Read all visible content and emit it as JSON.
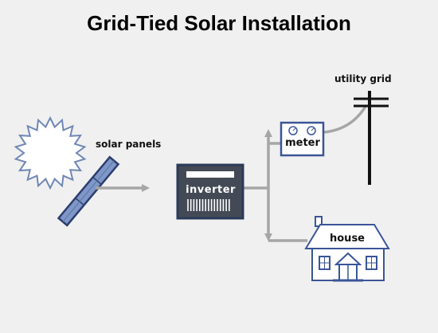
{
  "title": "Grid-Tied Solar Installation",
  "labels": {
    "solar_panels": "solar panels",
    "utility_grid": "utility grid",
    "meter": "meter",
    "inverter": "inverter",
    "house": "house"
  },
  "colors": {
    "background": "#f0f0f0",
    "line": "#a6a6a6",
    "panel_fill": "#7f97c7",
    "panel_stroke": "#2c3e70",
    "inverter_fill": "#444a55",
    "inverter_stroke": "#2a3a5a",
    "outline": "#3a5597",
    "sun_fill": "#ffffff",
    "sun_stroke": "#6f87b5",
    "pole": "#111111"
  },
  "icons": {
    "sun": "sun-icon",
    "panel": "solar-panel-icon",
    "inverter": "inverter-box-icon",
    "meter": "meter-icon",
    "pole": "utility-pole-icon",
    "house": "house-icon"
  }
}
